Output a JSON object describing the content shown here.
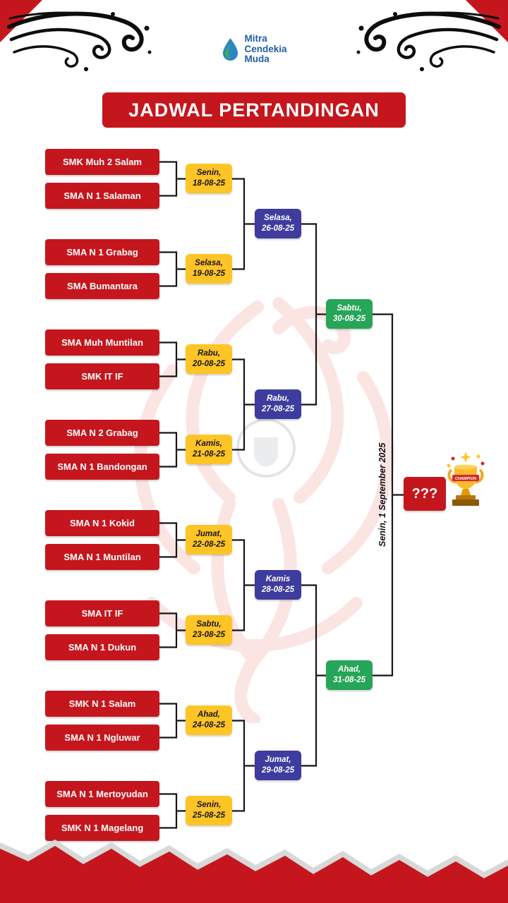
{
  "logo": {
    "lines": [
      "Mitra",
      "Cendekia",
      "Muda"
    ]
  },
  "title": "JADWAL PERTANDINGAN",
  "palette": {
    "red": "#C5161D",
    "yellow": "#FFC425",
    "blue": "#3E3C9E",
    "green": "#27A558",
    "logo_blue": "#1F5FA8"
  },
  "icons": {
    "logo": "water-drop-icon",
    "trophy": "trophy-icon",
    "flourish": "ornamental-swirl"
  },
  "round1": {
    "pairs": [
      {
        "team_a": "SMK Muh 2 Salam",
        "team_b": "SMA N 1 Salaman",
        "day": "Senin,",
        "date": "18-08-25"
      },
      {
        "team_a": "SMA N 1 Grabag",
        "team_b": "SMA Bumantara",
        "day": "Selasa,",
        "date": "19-08-25"
      },
      {
        "team_a": "SMA Muh Muntilan",
        "team_b": "SMK IT IF",
        "day": "Rabu,",
        "date": "20-08-25"
      },
      {
        "team_a": "SMA N 2 Grabag",
        "team_b": "SMA N 1 Bandongan",
        "day": "Kamis,",
        "date": "21-08-25"
      },
      {
        "team_a": "SMA N 1 Kokid",
        "team_b": "SMA N 1 Muntilan",
        "day": "Jumat,",
        "date": "22-08-25"
      },
      {
        "team_a": "SMA IT IF",
        "team_b": "SMA N 1 Dukun",
        "day": "Sabtu,",
        "date": "23-08-25"
      },
      {
        "team_a": "SMK N 1 Salam",
        "team_b": "SMA N 1 Ngluwar",
        "day": "Ahad,",
        "date": "24-08-25"
      },
      {
        "team_a": "SMA N 1 Mertoyudan",
        "team_b": "SMK N 1 Magelang",
        "day": "Senin,",
        "date": "25-08-25"
      }
    ]
  },
  "round2": [
    {
      "day": "Selasa,",
      "date": "26-08-25"
    },
    {
      "day": "Rabu,",
      "date": "27-08-25"
    },
    {
      "day": "Kamis",
      "date": "28-08-25"
    },
    {
      "day": "Jumat,",
      "date": "29-08-25"
    }
  ],
  "semifinal": [
    {
      "day": "Sabtu,",
      "date": "30-08-25"
    },
    {
      "day": "Ahad,",
      "date": "31-08-25"
    }
  ],
  "final": {
    "date": "Senin, 1 September 2025",
    "winner": "???",
    "trophy_ribbon": "CHAMPION"
  }
}
